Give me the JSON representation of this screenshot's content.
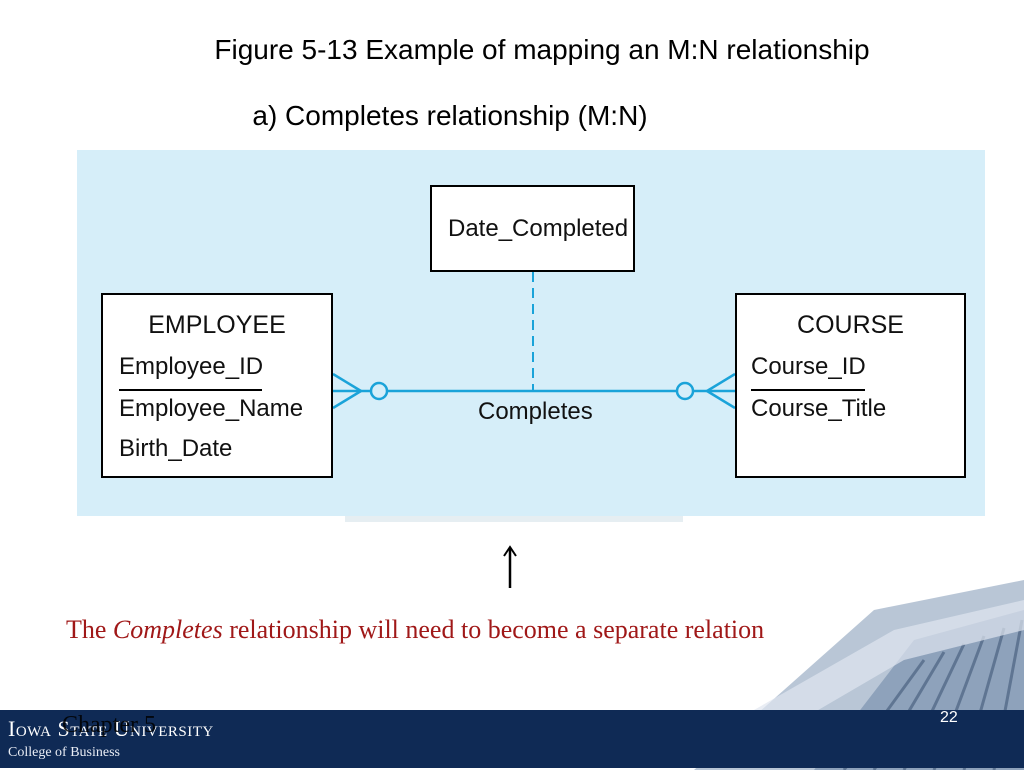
{
  "slide": {
    "title": "Figure 5-13 Example of mapping an M:N relationship",
    "subtitle": "a) Completes relationship (M:N)"
  },
  "diagram": {
    "relationship_attribute": "Date_Completed",
    "relationship_name": "Completes",
    "employee": {
      "name": "EMPLOYEE",
      "identifier": "Employee_ID",
      "attributes": [
        "Employee_Name",
        "Birth_Date"
      ]
    },
    "course": {
      "name": "COURSE",
      "identifier": "Course_ID",
      "attributes": [
        "Course_Title"
      ]
    },
    "line_color": "#1aa3d9",
    "background_color": "#d6eef9"
  },
  "caption": {
    "before": "The ",
    "emphasis": "Completes",
    "after": " relationship will need to become a separate relation"
  },
  "footer": {
    "logo": "Iowa State University",
    "college": "College of Business",
    "chapter": "Chapter 5",
    "page_number": "22"
  }
}
